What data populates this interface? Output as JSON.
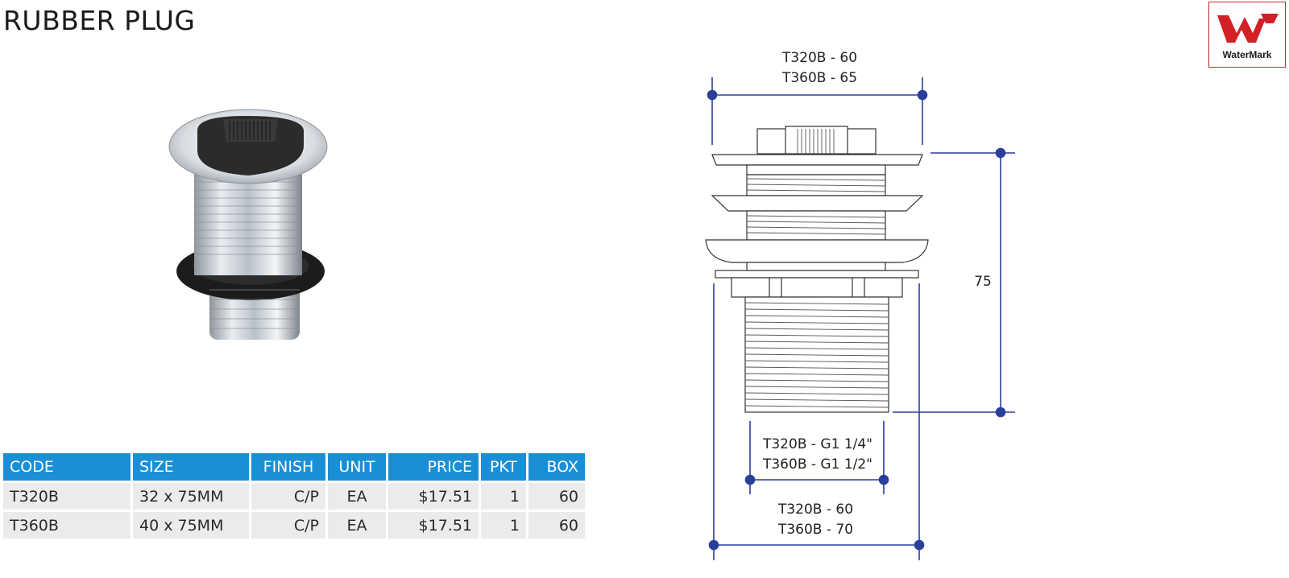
{
  "title": "RUBBER PLUG",
  "logo": {
    "text": "WaterMark",
    "color": "#d32027"
  },
  "table": {
    "headers": [
      "CODE",
      "SIZE",
      "FINISH",
      "UNIT",
      "PRICE",
      "PKT",
      "BOX"
    ],
    "rows": [
      [
        "T320B",
        "32 x 75MM",
        "C/P",
        "EA",
        "$17.51",
        "1",
        "60"
      ],
      [
        "T360B",
        "40 x 75MM",
        "C/P",
        "EA",
        "$17.51",
        "1",
        "60"
      ]
    ],
    "header_color": "#1b8fd6",
    "row_color": "#ebebeb"
  },
  "drawing": {
    "top_width": {
      "line1": "T320B - 60",
      "line2": "T360B - 65"
    },
    "height": "75",
    "thread": {
      "line1": "T320B - G1 1/4\"",
      "line2": "T360B - G1 1/2\""
    },
    "bottom_width": {
      "line1": "T320B - 60",
      "line2": "T360B - 70"
    },
    "dimension_color": "#2a3f9a"
  }
}
